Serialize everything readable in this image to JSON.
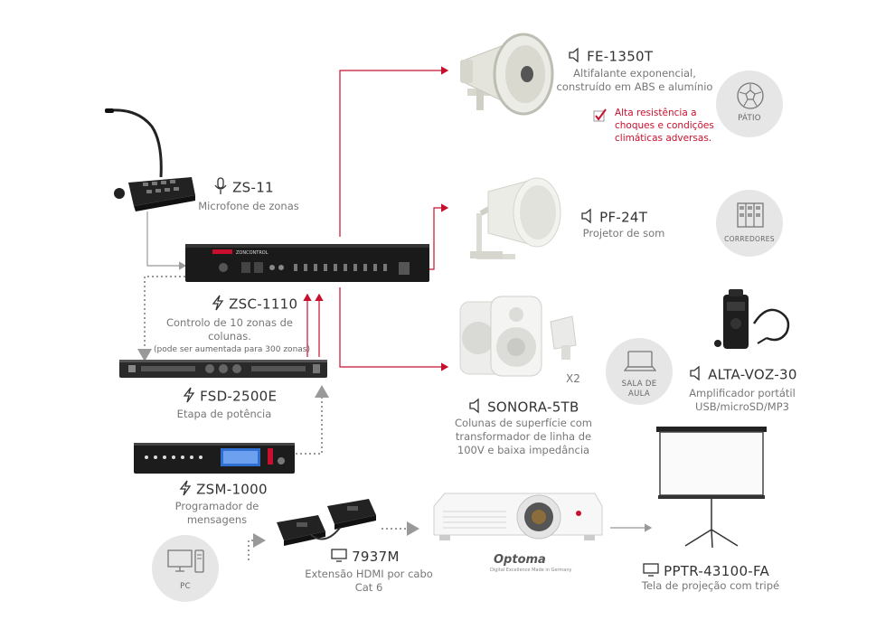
{
  "devices": {
    "fe1350t": {
      "name": "FE-1350T",
      "desc1": "Altifalante exponencial,",
      "desc2": "construído em ABS e alumínio",
      "feature1": "Alta resistência a",
      "feature2": "choques e condições",
      "feature3": "climáticas adversas."
    },
    "pf24t": {
      "name": "PF-24T",
      "desc1": "Projetor de som"
    },
    "zs11": {
      "name": "ZS-11",
      "desc1": "Microfone de zonas"
    },
    "zsc1110": {
      "name": "ZSC-1110",
      "desc1": "Controlo de 10 zonas de",
      "desc2": "colunas.",
      "desc3": "(pode ser aumentada para 300 zonas)",
      "brand": "ZONCONTROL"
    },
    "fsd2500e": {
      "name": "FSD-2500E",
      "desc1": "Etapa de potência"
    },
    "zsm1000": {
      "name": "ZSM-1000",
      "desc1": "Programador de",
      "desc2": "mensagens"
    },
    "sonora5tb": {
      "name": "SONORA-5TB",
      "qty": "X2",
      "desc1": "Colunas de superfície com",
      "desc2": "transformador de linha de",
      "desc3": "100V e baixa impedância"
    },
    "altavoz30": {
      "name": "ALTA-VOZ-30",
      "desc1": "Amplificador portátil",
      "desc2": "USB/microSD/MP3"
    },
    "hdmi7937m": {
      "name": "7937M",
      "desc1": "Extensão HDMI por cabo",
      "desc2": "Cat 6"
    },
    "projector": {
      "brand": "Optoma",
      "tagline": "Digital Excellence Made in Germany"
    },
    "pptr": {
      "name": "PPTR-43100-FA",
      "desc1": "Tela de projeção com tripé"
    }
  },
  "locations": {
    "patio": "PÁTIO",
    "corredores": "CORREDORES",
    "sala1": "SALA DE",
    "sala2": "AULA",
    "pc": "PC"
  },
  "colors": {
    "accent": "#c8102e",
    "gray_line": "#999999",
    "circle": "#e6e6e6"
  },
  "icons": [
    "speaker-icon",
    "microphone-icon",
    "lightning-icon",
    "monitor-icon",
    "soccer-ball-icon",
    "lockers-icon",
    "laptop-icon",
    "computer-icon",
    "checkbox-icon"
  ]
}
